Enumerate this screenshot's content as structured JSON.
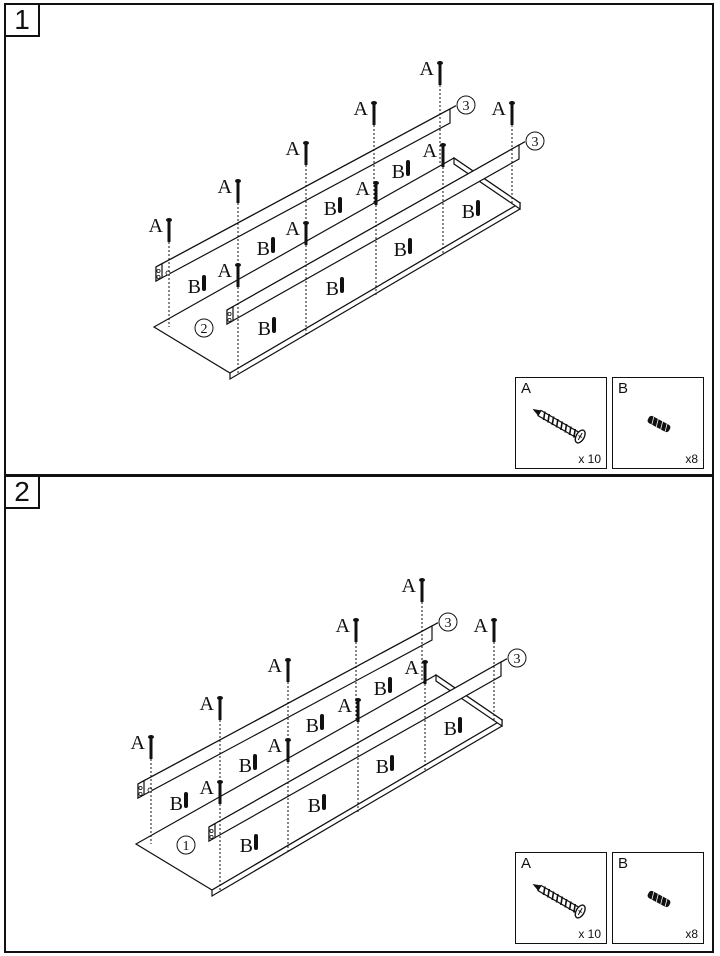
{
  "steps": [
    {
      "number": "1",
      "panel_number": "②",
      "rail_number": "③",
      "screw_label": "A",
      "dowel_label": "B",
      "legend": {
        "screw": {
          "label": "A",
          "qty": "x 10",
          "icon": "screw-icon"
        },
        "dowel": {
          "label": "B",
          "qty": "x8",
          "icon": "dowel-icon"
        }
      }
    },
    {
      "number": "2",
      "panel_number": "①",
      "rail_number": "③",
      "screw_label": "A",
      "dowel_label": "B",
      "legend": {
        "screw": {
          "label": "A",
          "qty": "x 10",
          "icon": "screw-icon"
        },
        "dowel": {
          "label": "B",
          "qty": "x8",
          "icon": "dowel-icon"
        }
      }
    }
  ]
}
